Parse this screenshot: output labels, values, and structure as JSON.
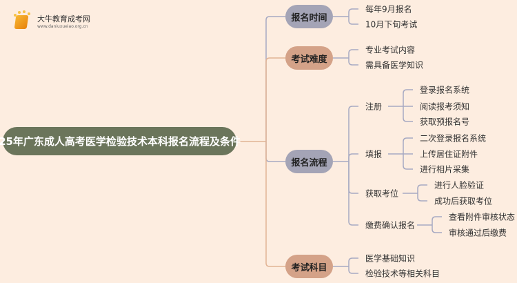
{
  "logo": {
    "title": "大牛教育成考网",
    "url": "www.daniuxueiao.org.cn"
  },
  "root": "25年广东成人高考医学检验技术本科报名流程及条件",
  "colors": {
    "background": "#fdede0",
    "root": "#6b755b",
    "blue_node": "#a4a4b6",
    "orange_node": "#d4a288",
    "blue_line": "#a6a9c2",
    "orange_line": "#e2b394"
  },
  "branches": [
    {
      "label": "报名时间",
      "tone": "blue",
      "children": [
        {
          "label": "每年9月报名"
        },
        {
          "label": "10月下旬考试"
        }
      ]
    },
    {
      "label": "考试难度",
      "tone": "orange",
      "children": [
        {
          "label": "专业考试内容"
        },
        {
          "label": "需具备医学知识"
        }
      ]
    },
    {
      "label": "报名流程",
      "tone": "blue",
      "children": [
        {
          "label": "注册",
          "children": [
            "登录报名系统",
            "阅读报考须知",
            "获取预报名号"
          ]
        },
        {
          "label": "填报",
          "children": [
            "二次登录报名系统",
            "上传居住证附件",
            "进行相片采集"
          ]
        },
        {
          "label": "获取考位",
          "children": [
            "进行人脸验证",
            "成功后获取考位"
          ]
        },
        {
          "label": "缴费确认报名",
          "children": [
            "查看附件审核状态",
            "审核通过后缴费"
          ]
        }
      ]
    },
    {
      "label": "考试科目",
      "tone": "orange",
      "children": [
        {
          "label": "医学基础知识"
        },
        {
          "label": "检验技术等相关科目"
        }
      ]
    }
  ]
}
